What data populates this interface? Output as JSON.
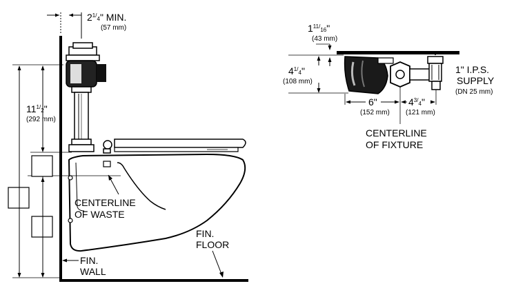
{
  "dimensions": {
    "wall_clearance": {
      "whole": "2",
      "num": "1",
      "den": "4",
      "unit": "\" MIN.",
      "metric": "(57 mm)"
    },
    "height_to_valve": {
      "whole": "11",
      "num": "1",
      "den": "2",
      "unit": "\"",
      "metric": "(292 mm)"
    },
    "valve_depth": {
      "whole": "1",
      "num": "11",
      "den": "16",
      "unit": "\"",
      "metric": "(43 mm)"
    },
    "valve_height": {
      "whole": "4",
      "num": "1",
      "den": "4",
      "unit": "\"",
      "metric": "(108 mm)"
    },
    "valve_width": {
      "text": "6\"",
      "metric": "(152 mm)"
    },
    "supply_offset": {
      "whole": "4",
      "num": "3",
      "den": "4",
      "unit": "\"",
      "metric": "(121 mm)"
    }
  },
  "labels": {
    "centerline_waste_1": "CENTERLINE",
    "centerline_waste_2": "OF WASTE",
    "fin_floor_1": "FIN.",
    "fin_floor_2": "FLOOR",
    "fin_wall_1": "FIN.",
    "fin_wall_2": "WALL",
    "centerline_fixture_1": "CENTERLINE",
    "centerline_fixture_2": "OF FIXTURE",
    "supply_1": "1\" I.P.S.",
    "supply_2": "SUPPLY",
    "supply_3": "(DN 25 mm)"
  }
}
